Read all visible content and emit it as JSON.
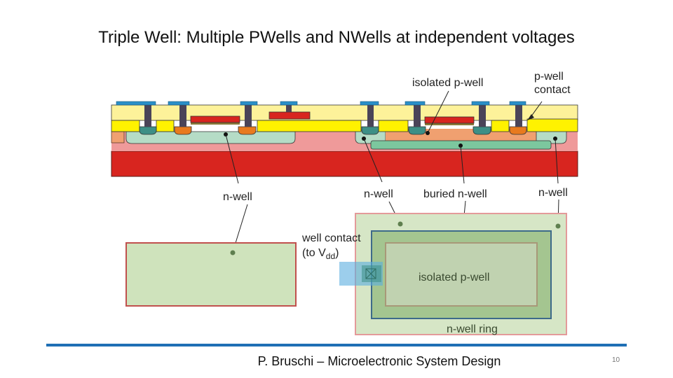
{
  "slide": {
    "title": "Triple Well: Multiple PWells and NWells at independent voltages",
    "footer": "P. Bruschi – Microelectronic System Design",
    "page_number": "10"
  },
  "cross_section_labels": {
    "isolated_p_well": "isolated p-well",
    "p_well_contact_line1": "p-well",
    "p_well_contact_line2": "contact",
    "n_well_left": "n-well",
    "n_well_middle": "n-well",
    "buried_n_well": "buried n-well",
    "n_well_right": "n-well"
  },
  "layout_view_labels": {
    "well_contact_line1": "well contact",
    "well_contact_line2_prefix": "(to V",
    "well_contact_subscript": "dd",
    "well_contact_line2_suffix": ")",
    "isolated_p_well": "isolated p-well",
    "n_well_ring": "n-well ring"
  },
  "colors": {
    "oxide": "#fdf29a",
    "field_oxide": "#fff200",
    "substrate": "#d8251f",
    "p_epi": "#ef9a9a",
    "n_well": "#b5dcc6",
    "p_well": "#f0a070",
    "buried_n_well": "#7cc79e",
    "n_plus": "#3d8f86",
    "p_plus": "#e87a1e",
    "metal": "#2a8fc8",
    "via": "#4a4458",
    "gate": "#d8251f",
    "accent_bar": "#1f6fb5"
  }
}
